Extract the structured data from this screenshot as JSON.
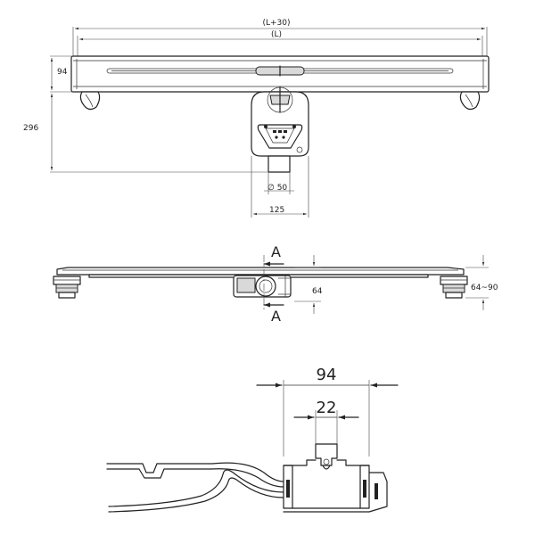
{
  "views": {
    "top": {
      "overall_length": "(L+30)",
      "length": "(L)",
      "width": "94",
      "depth": "296",
      "outlet_diameter": "∅ 50",
      "outlet_width": "125"
    },
    "side": {
      "section_mark_top": "A",
      "section_mark_bottom": "A",
      "outlet_height": "64",
      "adjustable_height": "64~90"
    },
    "section": {
      "channel_width": "94",
      "grate_width": "22"
    }
  }
}
